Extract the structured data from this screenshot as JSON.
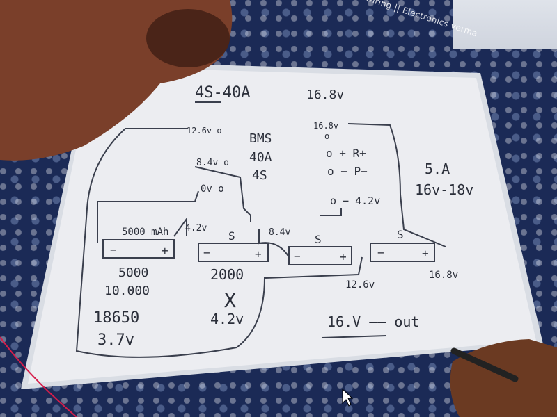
{
  "overlay": {
    "channel_text": "n wiring || Electronics verma"
  },
  "diagram": {
    "title": "4S-40A",
    "title_voltage": "16.8v",
    "bms_block": {
      "line1": "BMS",
      "line2": "40A",
      "line3": "4S"
    },
    "terminals": {
      "t_top": "16.8v",
      "t_top_dot": "o",
      "r_plus": "o + R+",
      "p_minus": "o − P−",
      "t_42": "o − 4.2v"
    },
    "left_taps": {
      "t_126": "12.6v o",
      "t_84": "8.4v o",
      "t_0": "0v o"
    },
    "right_specs": {
      "current": "5.A",
      "range": "16v-18v"
    },
    "cells": [
      {
        "top_label": "5000 mAh",
        "minus": "−",
        "plus": "+"
      },
      {
        "top_label": "S",
        "minus": "−",
        "plus": "+"
      },
      {
        "top_label": "S",
        "minus": "−",
        "plus": "+"
      },
      {
        "top_label": "S",
        "minus": "−",
        "plus": "+"
      }
    ],
    "cell_mid_labels": {
      "v42": "4.2v",
      "v84": "8.4v"
    },
    "below_labels": {
      "v126": "12.6v",
      "v168": "16.8v"
    },
    "left_notes": {
      "line1": "5000",
      "line2": "10.000",
      "line3": "18650",
      "line4": "3.7v"
    },
    "mid_notes": {
      "line1": "2000",
      "mark": "X",
      "line2": "4.2v"
    },
    "output": {
      "text": "16.V —— out"
    }
  }
}
